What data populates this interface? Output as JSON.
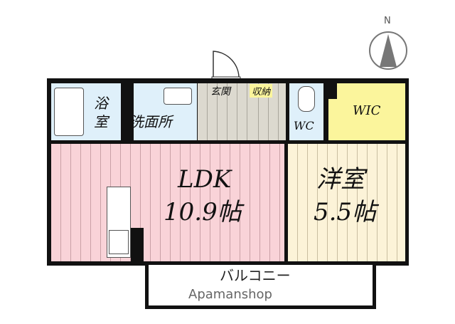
{
  "rooms": {
    "bath": "浴室",
    "bath_1": "浴",
    "bath_2": "室",
    "washroom": "洗面所",
    "entrance": "玄関",
    "storage": "収納",
    "wc": "WC",
    "wic": "WIC",
    "ldk_name": "LDK",
    "ldk_size": "10.9帖",
    "western_name": "洋室",
    "western_size": "5.5帖",
    "balcony": "バルコニー"
  },
  "compass": {
    "label": "N"
  },
  "watermark": "Apamanshop",
  "colors": {
    "wet_area": "#dff0fa",
    "ldk": "#f9d3d8",
    "western": "#fcf3d8",
    "wic": "#fbf59c",
    "entrance": "#dcd9cf",
    "storage_label": "#fbf59c"
  }
}
